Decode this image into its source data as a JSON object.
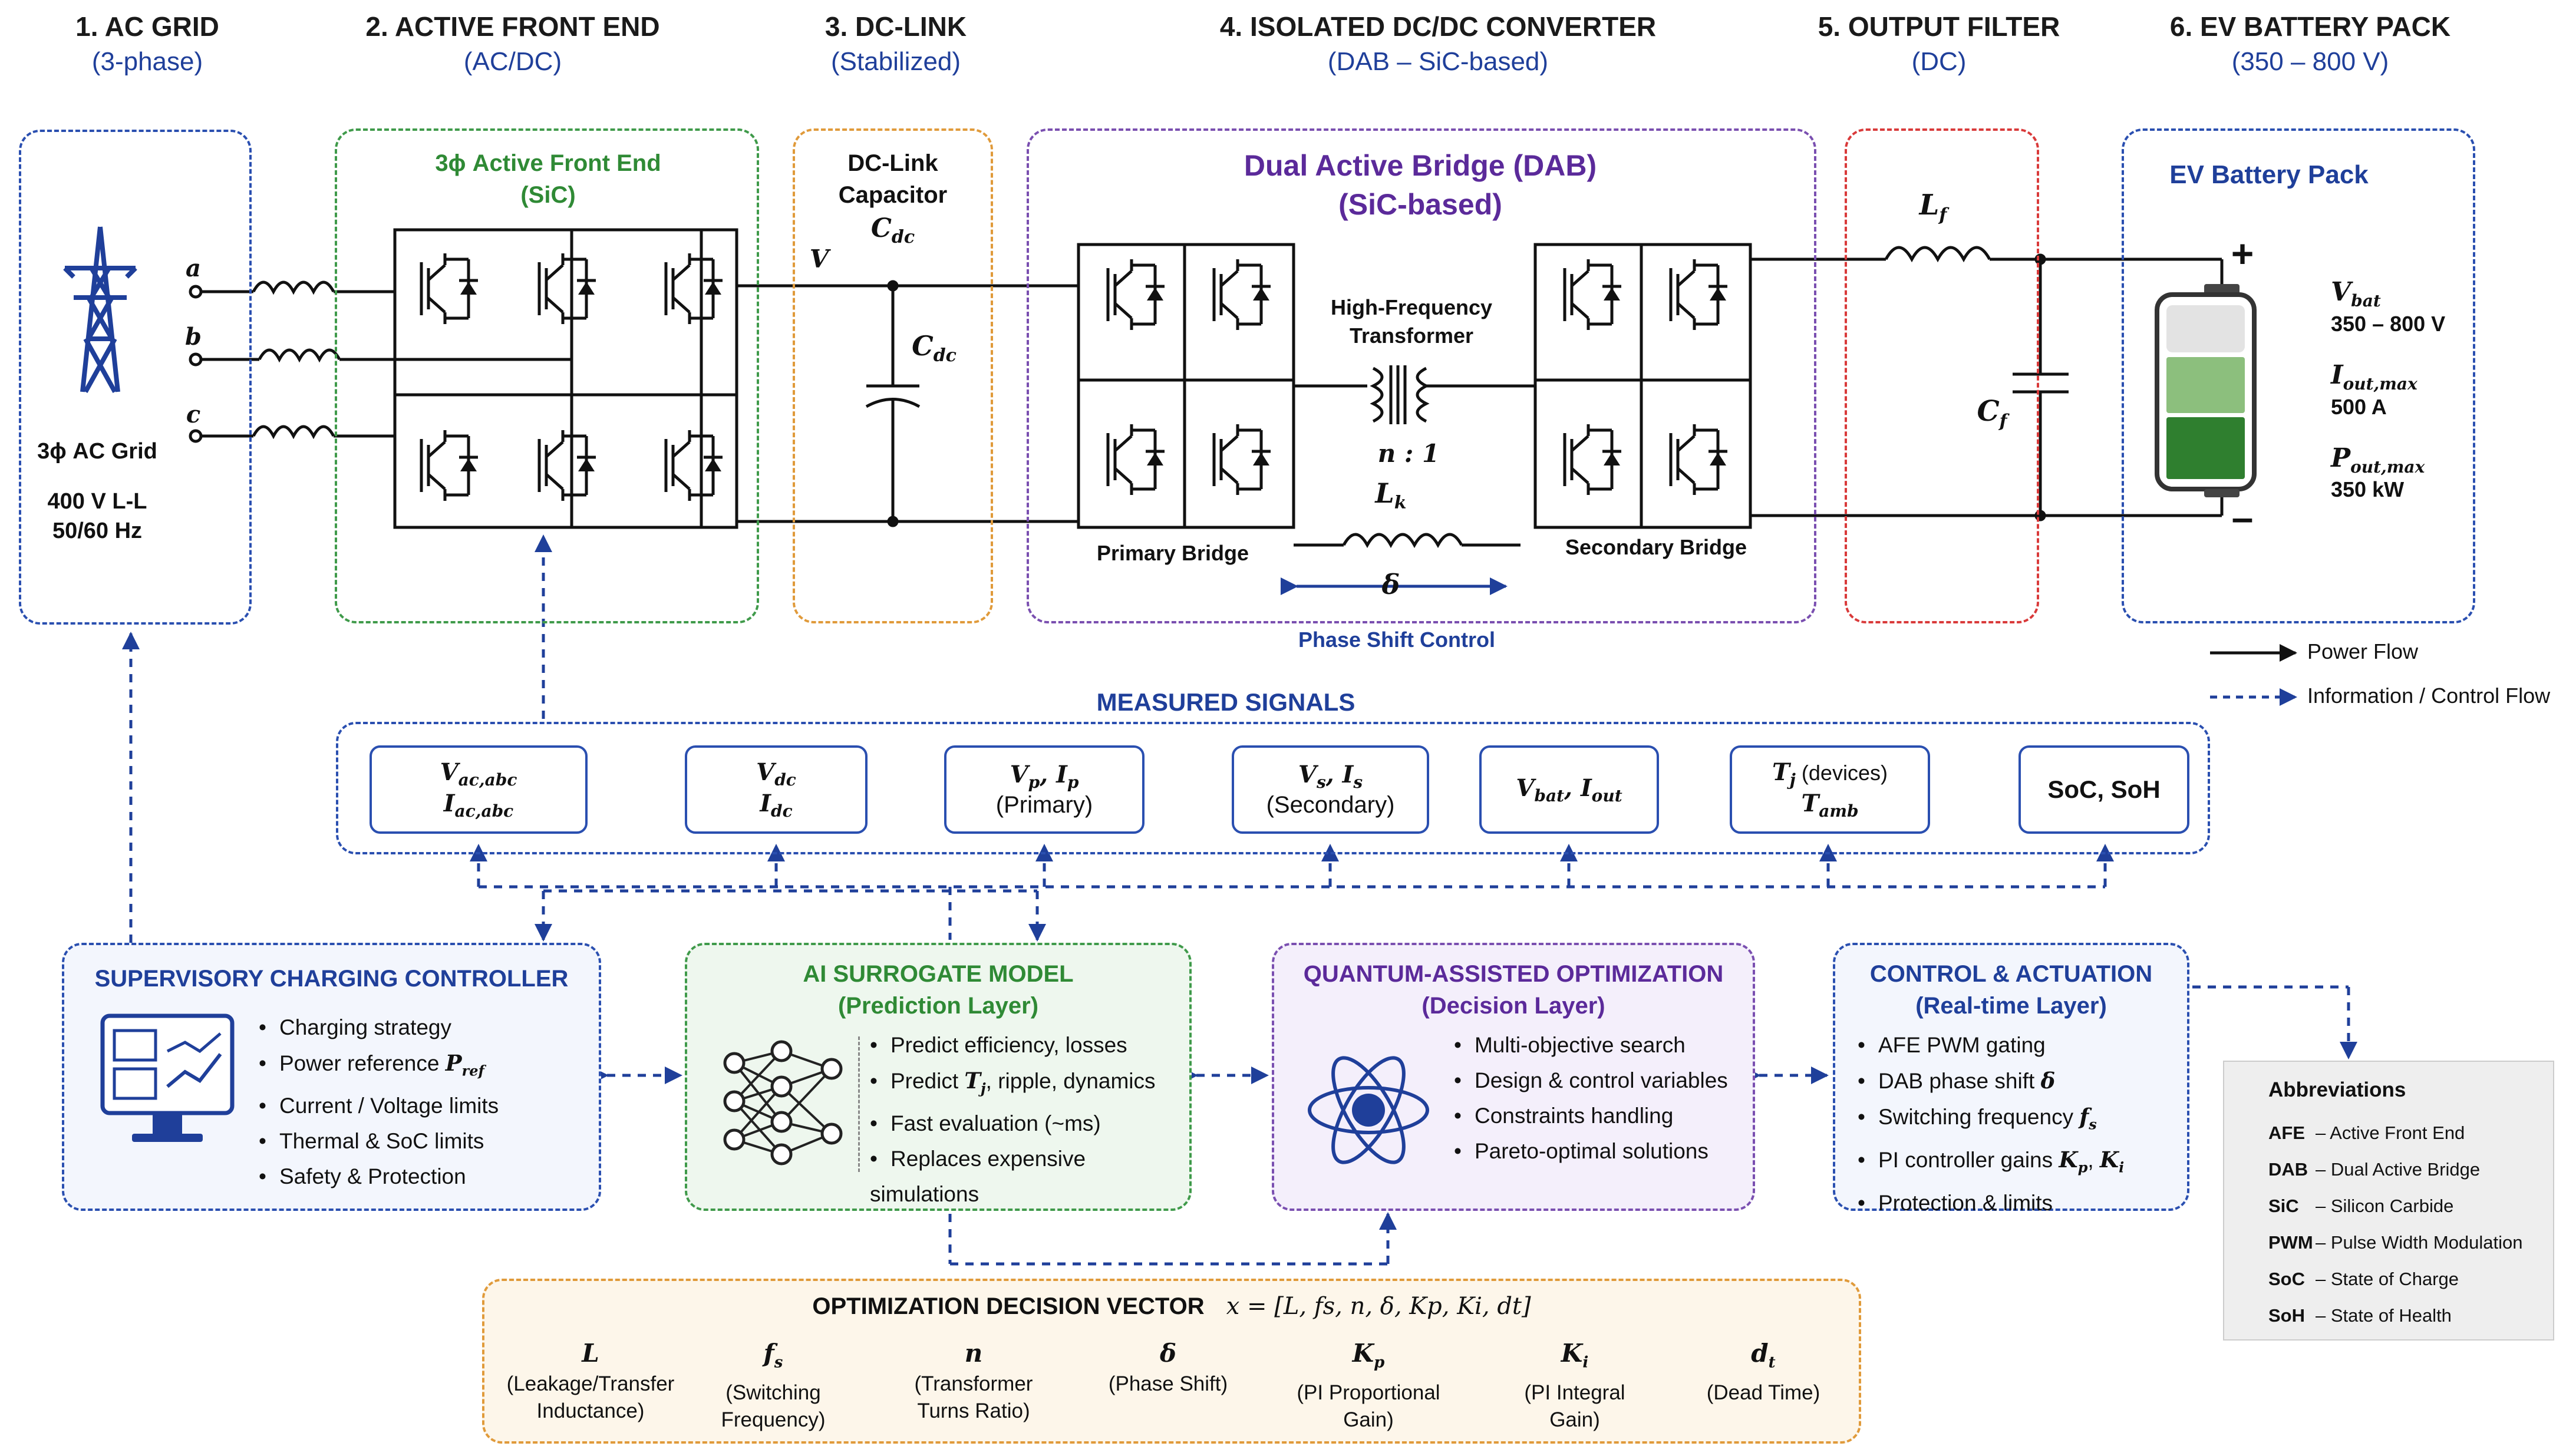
{
  "headers": [
    {
      "title": "1. AC GRID",
      "sub": "(3-phase)"
    },
    {
      "title": "2. ACTIVE FRONT END",
      "sub": "(AC/DC)"
    },
    {
      "title": "3. DC-LINK",
      "sub": "(Stabilized)"
    },
    {
      "title": "4. ISOLATED DC/DC CONVERTER",
      "sub": "(DAB – SiC-based)"
    },
    {
      "title": "5. OUTPUT FILTER",
      "sub": "(DC)"
    },
    {
      "title": "6. EV BATTERY PACK",
      "sub": "(350 – 800 V)"
    }
  ],
  "ac_grid": {
    "label": "3ϕ AC Grid",
    "voltage": "400 V L-L",
    "freq": "50/60 Hz",
    "phases": [
      "a",
      "b",
      "c"
    ]
  },
  "afe": {
    "title1": "3ϕ Active Front End",
    "title2": "(SiC)"
  },
  "dclink": {
    "title1": "DC-Link",
    "title2": "Capacitor",
    "cap_sym": "C",
    "cap_sub": "dc",
    "v_label": "V"
  },
  "dab": {
    "title1": "Dual Active Bridge (DAB)",
    "title2": "(SiC-based)",
    "hft1": "High-Frequency",
    "hft2": "Transformer",
    "ratio": "n : 1",
    "lk": "L",
    "lk_sub": "k",
    "delta": "δ",
    "primary": "Primary Bridge",
    "secondary": "Secondary Bridge",
    "phase_shift": "Phase Shift Control"
  },
  "filter": {
    "lf": "L",
    "lf_sub": "f",
    "cf": "C",
    "cf_sub": "f"
  },
  "battery": {
    "title": "EV Battery Pack",
    "plus": "+",
    "minus": "–",
    "vbat_sym": "V",
    "vbat_sub": "bat",
    "vbat_val": "350 – 800 V",
    "iout_sym": "I",
    "iout_sub": "out,max",
    "iout_val": "500 A",
    "pout_sym": "P",
    "pout_sub": "out,max",
    "pout_val": "350 kW"
  },
  "legend": {
    "power": "Power Flow",
    "info": "Information / Control Flow"
  },
  "measured": {
    "title": "MEASURED SIGNALS"
  },
  "signals": {
    "s1": {
      "l1": "V",
      "l1s": "ac,abc",
      "l2": "I",
      "l2s": "ac,abc"
    },
    "s2": {
      "l1": "V",
      "l1s": "dc",
      "l2": "I",
      "l2s": "dc"
    },
    "s3": {
      "l1": "V",
      "l1s": "p",
      "sep": ", ",
      "l1b": "I",
      "l1bs": "p",
      "l2": "(Primary)"
    },
    "s4": {
      "l1": "V",
      "l1s": "s",
      "sep": ", ",
      "l1b": "I",
      "l1bs": "s",
      "l2": "(Secondary)"
    },
    "s5": {
      "l1": "V",
      "l1s": "bat",
      "sep": ", ",
      "l1b": "I",
      "l1bs": "out"
    },
    "s6": {
      "l1": "T",
      "l1s": "j",
      "l1t": " (devices)",
      "l2": "T",
      "l2s": "amb"
    },
    "s7": {
      "l1": "SoC, SoH"
    }
  },
  "supervisory": {
    "title": "SUPERVISORY CHARGING CONTROLLER",
    "items": [
      "Charging strategy",
      "Power reference ",
      "Current / Voltage limits",
      "Thermal & SoC limits",
      "Safety & Protection"
    ],
    "pref_sym": "P",
    "pref_sub": "ref"
  },
  "ai": {
    "title1": "AI SURROGATE MODEL",
    "title2": "(Prediction Layer)",
    "items": [
      "Predict efficiency, losses",
      "Predict ",
      "Fast evaluation (~ms)",
      "Replaces expensive simulations"
    ],
    "tj_sym": "T",
    "tj_sub": "j",
    "tj_tail": ", ripple, dynamics"
  },
  "quantum": {
    "title1": "QUANTUM-ASSISTED OPTIMIZATION",
    "title2": "(Decision Layer)",
    "items": [
      "Multi-objective search",
      "Design & control variables",
      "Constraints handling",
      "Pareto-optimal solutions"
    ]
  },
  "control": {
    "title1": "CONTROL & ACTUATION",
    "title2": "(Real-time Layer)",
    "items": [
      "AFE PWM gating",
      "DAB phase shift ",
      "Switching frequency ",
      "PI controller gains ",
      "Protection & limits"
    ],
    "delta": "δ",
    "fs": "f",
    "fs_sub": "s",
    "kp": "K",
    "kp_sub": "p",
    "ki": "K",
    "ki_sub": "i"
  },
  "abbreviations": {
    "title": "Abbreviations",
    "rows": [
      {
        "k": "AFE",
        "v": "– Active Front End"
      },
      {
        "k": "DAB",
        "v": "– Dual Active Bridge"
      },
      {
        "k": "SiC",
        "v": "– Silicon Carbide"
      },
      {
        "k": "PWM",
        "v": "– Pulse Width Modulation"
      },
      {
        "k": "SoC",
        "v": "– State of Charge"
      },
      {
        "k": "SoH",
        "v": "– State of Health"
      }
    ]
  },
  "decision_vector": {
    "title": "OPTIMIZATION DECISION VECTOR",
    "formula": "x = [L, fs, n, δ, Kp, Ki, dt]",
    "items": [
      {
        "sym": "L",
        "sub": "",
        "d1": "(Leakage/Transfer",
        "d2": "Inductance)"
      },
      {
        "sym": "f",
        "sub": "s",
        "d1": "(Switching",
        "d2": "Frequency)"
      },
      {
        "sym": "n",
        "sub": "",
        "d1": "(Transformer",
        "d2": "Turns Ratio)"
      },
      {
        "sym": "δ",
        "sub": "",
        "d1": "(Phase Shift)",
        "d2": ""
      },
      {
        "sym": "K",
        "sub": "p",
        "d1": "(PI Proportional",
        "d2": "Gain)"
      },
      {
        "sym": "K",
        "sub": "i",
        "d1": "(PI Integral",
        "d2": "Gain)"
      },
      {
        "sym": "d",
        "sub": "t",
        "d1": "(Dead Time)",
        "d2": ""
      }
    ]
  },
  "colors": {
    "blue": "#2a4fb0",
    "green": "#3f9a4a",
    "orange": "#e09a3a",
    "purple": "#5b2a9a",
    "red": "#d93a3a",
    "title_blue": "#1f3f9a"
  }
}
